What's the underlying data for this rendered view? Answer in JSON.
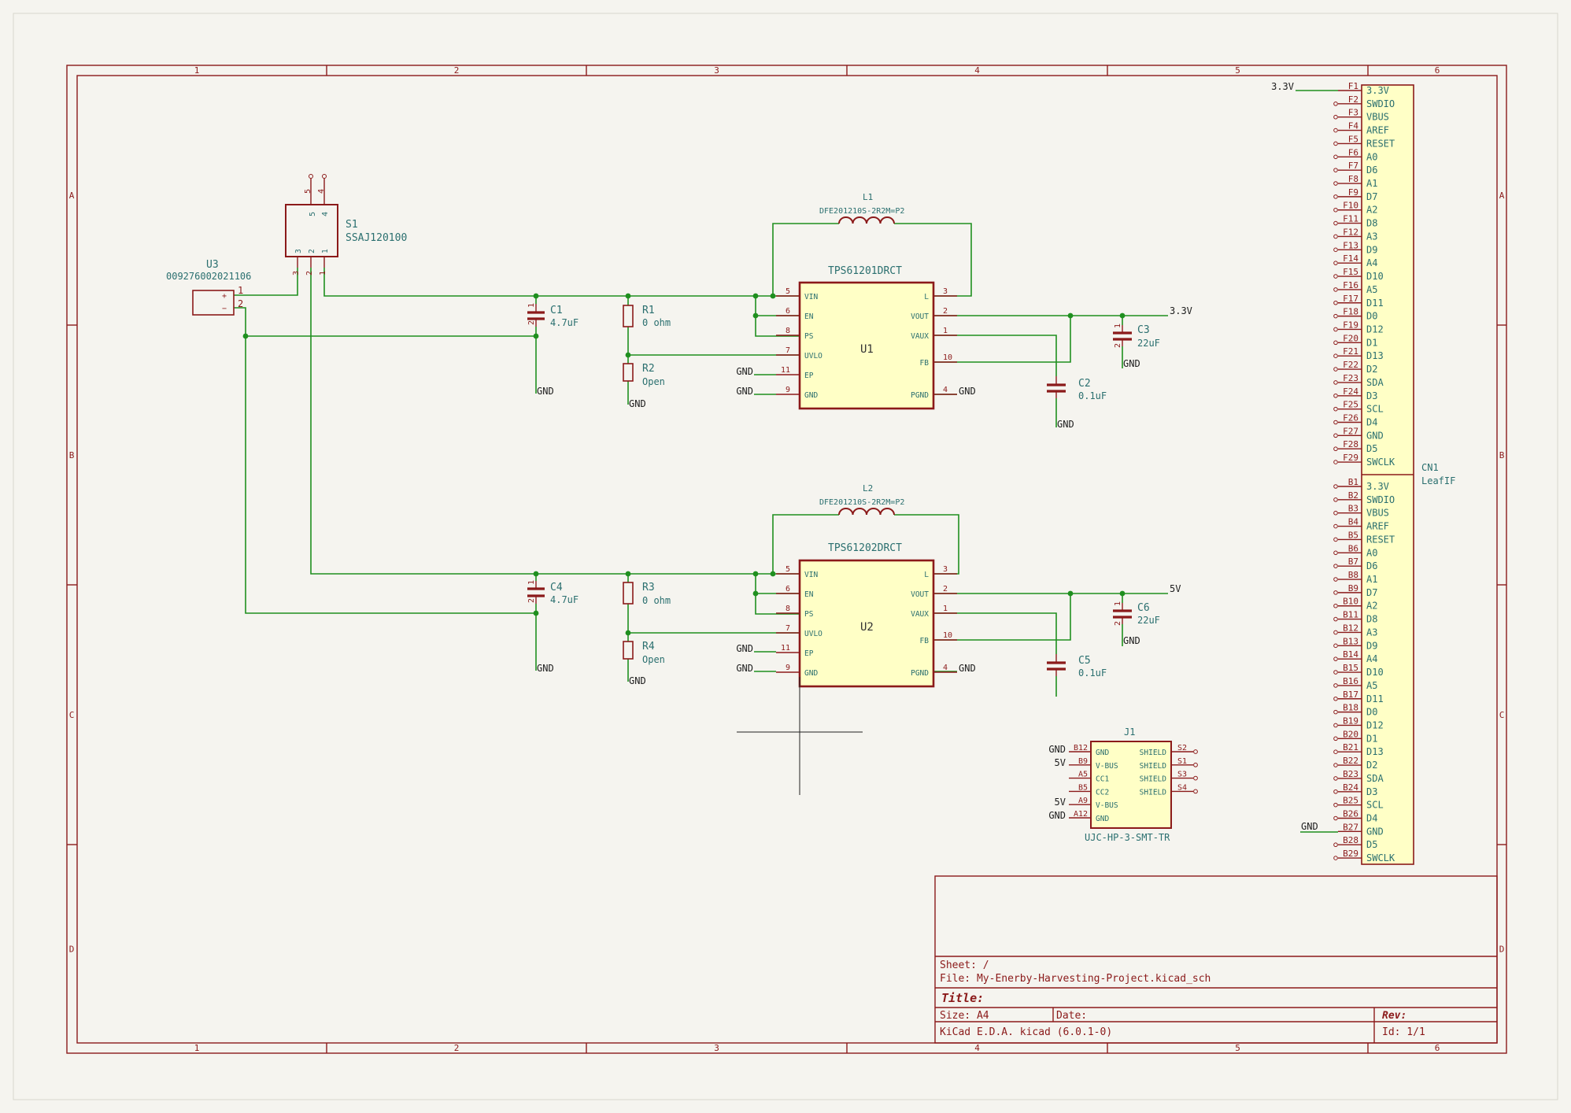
{
  "ic_u1": {
    "ref": "U1",
    "value": "TPS61201DRCT",
    "pins_left": [
      {
        "num": "5",
        "name": "VIN"
      },
      {
        "num": "6",
        "name": "EN"
      },
      {
        "num": "8",
        "name": "PS"
      },
      {
        "num": "7",
        "name": "UVLO"
      },
      {
        "num": "11",
        "name": "EP"
      },
      {
        "num": "9",
        "name": "GND"
      }
    ],
    "pins_right": [
      {
        "num": "3",
        "name": "L"
      },
      {
        "num": "2",
        "name": "VOUT"
      },
      {
        "num": "1",
        "name": "VAUX"
      },
      {
        "num": "10",
        "name": "FB"
      },
      {
        "num": "4",
        "name": "PGND"
      }
    ]
  },
  "ic_u2": {
    "ref": "U2",
    "value": "TPS61202DRCT",
    "pins_left": [
      {
        "num": "5",
        "name": "VIN"
      },
      {
        "num": "6",
        "name": "EN"
      },
      {
        "num": "8",
        "name": "PS"
      },
      {
        "num": "7",
        "name": "UVLO"
      },
      {
        "num": "11",
        "name": "EP"
      },
      {
        "num": "9",
        "name": "GND"
      }
    ],
    "pins_right": [
      {
        "num": "3",
        "name": "L"
      },
      {
        "num": "2",
        "name": "VOUT"
      },
      {
        "num": "1",
        "name": "VAUX"
      },
      {
        "num": "10",
        "name": "FB"
      },
      {
        "num": "4",
        "name": "PGND"
      }
    ]
  },
  "inductors": [
    {
      "ref": "L1",
      "value": "DFE201210S-2R2M=P2"
    },
    {
      "ref": "L2",
      "value": "DFE201210S-2R2M=P2"
    }
  ],
  "capacitors": [
    {
      "ref": "C1",
      "value": "4.7uF"
    },
    {
      "ref": "C2",
      "value": "0.1uF"
    },
    {
      "ref": "C3",
      "value": "22uF"
    },
    {
      "ref": "C4",
      "value": "4.7uF"
    },
    {
      "ref": "C5",
      "value": "0.1uF"
    },
    {
      "ref": "C6",
      "value": "22uF"
    }
  ],
  "resistors": [
    {
      "ref": "R1",
      "value": "0 ohm"
    },
    {
      "ref": "R2",
      "value": "Open"
    },
    {
      "ref": "R3",
      "value": "0 ohm"
    },
    {
      "ref": "R4",
      "value": "Open"
    }
  ],
  "switch_s1": {
    "ref": "S1",
    "value": "SSAJ120100",
    "pins_top": [
      "5",
      "4"
    ],
    "pins_bottom": [
      "3",
      "2",
      "1"
    ],
    "wire_labels": [
      "3",
      "2",
      "2",
      "1"
    ]
  },
  "conn_u3": {
    "ref": "U3",
    "value": "009276002021106",
    "pins": [
      "1",
      "2"
    ],
    "signs": [
      "+",
      "−"
    ]
  },
  "conn_j1": {
    "ref": "J1",
    "value": "UJC-HP-3-SMT-TR",
    "left": [
      {
        "num": "B12",
        "name": "GND",
        "net": "GND"
      },
      {
        "num": "B9",
        "name": "V-BUS",
        "net": "5V"
      },
      {
        "num": "A5",
        "name": "CC1",
        "net": ""
      },
      {
        "num": "B5",
        "name": "CC2",
        "net": ""
      },
      {
        "num": "A9",
        "name": "V-BUS",
        "net": "5V"
      },
      {
        "num": "A12",
        "name": "GND",
        "net": "GND"
      }
    ],
    "right": [
      {
        "num": "S2",
        "name": "SHIELD"
      },
      {
        "num": "S1",
        "name": "SHIELD"
      },
      {
        "num": "S3",
        "name": "SHIELD"
      },
      {
        "num": "S4",
        "name": "SHIELD"
      }
    ]
  },
  "conn_cn1": {
    "ref": "CN1",
    "value": "LeafIF",
    "f_pins": [
      "F1",
      "F2",
      "F3",
      "F4",
      "F5",
      "F6",
      "F7",
      "F8",
      "F9",
      "F10",
      "F11",
      "F12",
      "F13",
      "F14",
      "F15",
      "F16",
      "F17",
      "F18",
      "F19",
      "F20",
      "F21",
      "F22",
      "F23",
      "F24",
      "F25",
      "F26",
      "F27",
      "F28",
      "F29"
    ],
    "b_pins": [
      "B1",
      "B2",
      "B3",
      "B4",
      "B5",
      "B6",
      "B7",
      "B8",
      "B9",
      "B10",
      "B11",
      "B12",
      "B13",
      "B14",
      "B15",
      "B16",
      "B17",
      "B18",
      "B19",
      "B20",
      "B21",
      "B22",
      "B23",
      "B24",
      "B25",
      "B26",
      "B27",
      "B28",
      "B29"
    ],
    "names": [
      "3.3V",
      "SWDIO",
      "VBUS",
      "AREF",
      "RESET",
      "A0",
      "D6",
      "A1",
      "D7",
      "A2",
      "D8",
      "A3",
      "D9",
      "A4",
      "D10",
      "A5",
      "D11",
      "D0",
      "D12",
      "D1",
      "D13",
      "D2",
      "SDA",
      "D3",
      "SCL",
      "D4",
      "GND",
      "D5",
      "SWCLK"
    ],
    "net_f1": "3.3V",
    "net_b27": "GND"
  },
  "nets": {
    "gnd": "GND",
    "v33": "3.3V",
    "v5": "5V"
  },
  "frame": {
    "cols": [
      "1",
      "2",
      "3",
      "4",
      "5",
      "6"
    ],
    "rows": [
      "A",
      "B",
      "C",
      "D"
    ]
  },
  "title_block": {
    "sheet": "Sheet: /",
    "file": "File: My-Enerby-Harvesting-Project.kicad_sch",
    "title": "Title:",
    "size": "Size: A4",
    "date": "Date:",
    "rev": "Rev:",
    "tool": "KiCad E.D.A.  kicad (6.0.1-0)",
    "id": "Id: 1/1"
  }
}
